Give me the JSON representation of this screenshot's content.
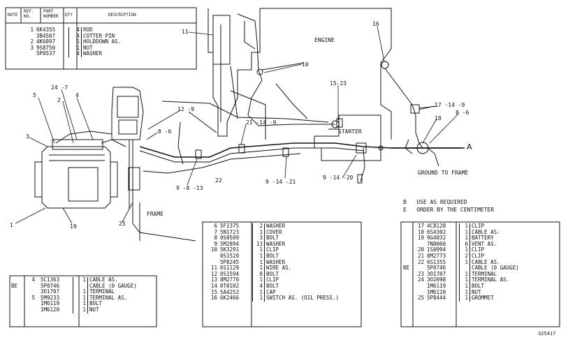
{
  "top_table": {
    "headers": {
      "note": "NOTE",
      "ref": "REF.\nNO.",
      "part": "PART\nNUMBER",
      "qty": "QTY",
      "desc": "DESCRIPTION"
    },
    "rows": [
      {
        "note": "",
        "ref": "1",
        "part": "6K4355",
        "qty": "4",
        "desc": "ROD"
      },
      {
        "note": "",
        "ref": "",
        "part": "3B4507",
        "qty": "4",
        "desc": "COTTER PIN"
      },
      {
        "note": "",
        "ref": "2",
        "part": "4K6897",
        "qty": "1",
        "desc": "HOLDDOWN AS."
      },
      {
        "note": "",
        "ref": "3",
        "part": "9S8750",
        "qty": "1",
        "desc": "NUT"
      },
      {
        "note": "",
        "ref": "",
        "part": "5P0537",
        "qty": "4",
        "desc": "WASHER"
      }
    ]
  },
  "labels": {
    "engine": "ENGINE",
    "starter": "STARTER",
    "frame": "FRAME",
    "ground_to_frame": "GROUND TO FRAME",
    "a": "A"
  },
  "callouts": [
    {
      "id": "c11",
      "text": "11"
    },
    {
      "id": "c10",
      "text": "10"
    },
    {
      "id": "c16",
      "text": "16"
    },
    {
      "id": "c5",
      "text": "5"
    },
    {
      "id": "c24_7",
      "text": "24 -7"
    },
    {
      "id": "c4",
      "text": "4"
    },
    {
      "id": "c2",
      "text": "2"
    },
    {
      "id": "c3",
      "text": "3"
    },
    {
      "id": "c12_9",
      "text": "12 -9"
    },
    {
      "id": "c8_6a",
      "text": "8 -6"
    },
    {
      "id": "c21_14_9",
      "text": "21 -14 -9"
    },
    {
      "id": "c15_23",
      "text": "15-23"
    },
    {
      "id": "c17_14_9",
      "text": "17 -14 -9"
    },
    {
      "id": "c8_6b",
      "text": "8 -6"
    },
    {
      "id": "c18",
      "text": "18"
    },
    {
      "id": "c9_8_13",
      "text": "9 -8 -13"
    },
    {
      "id": "c22",
      "text": "22"
    },
    {
      "id": "c9_14_21",
      "text": "9 -14 -21"
    },
    {
      "id": "c9_14_20",
      "text": "9 -14 -20"
    },
    {
      "id": "c25",
      "text": "25"
    },
    {
      "id": "c1",
      "text": "1"
    },
    {
      "id": "c19",
      "text": "19"
    }
  ],
  "notes": {
    "b": "B   USE AS REQUIRED",
    "e": "E   ORDER BY THE CENTIMETER"
  },
  "left_table": {
    "rows": [
      {
        "note": "",
        "ref": "4",
        "part": "5C1363",
        "qty": "1",
        "desc": "CABLE AS."
      },
      {
        "note": "BE",
        "ref": "",
        "part": "5P0746",
        "qty": "",
        "desc": "CABLE (0 GAUGE)"
      },
      {
        "note": "",
        "ref": "",
        "part": "3O1707",
        "qty": "1",
        "desc": "TERMINAL"
      },
      {
        "note": "",
        "ref": "5",
        "part": "5M9233",
        "qty": "1",
        "desc": "TERMINAL AS."
      },
      {
        "note": "",
        "ref": "",
        "part": "1M6119",
        "qty": "1",
        "desc": "BOLT"
      },
      {
        "note": "",
        "ref": "",
        "part": "1M6120",
        "qty": "1",
        "desc": "NUT"
      }
    ]
  },
  "middle_table": {
    "rows": [
      {
        "ref": "6",
        "part": "5F1375",
        "qty": "2",
        "desc": "WASHER"
      },
      {
        "ref": "7",
        "part": "5N1723",
        "qty": "1",
        "desc": "COVER"
      },
      {
        "ref": "8",
        "part": "0S0509",
        "qty": "3",
        "desc": "BOLT"
      },
      {
        "ref": "9",
        "part": "5M2894",
        "qty": "13",
        "desc": "WASHER"
      },
      {
        "ref": "10",
        "part": "5K3291",
        "qty": "1",
        "desc": "CLIP"
      },
      {
        "ref": "",
        "part": "0S1520",
        "qty": "1",
        "desc": "BOLT"
      },
      {
        "ref": "",
        "part": "5P8245",
        "qty": "1",
        "desc": "WASHER"
      },
      {
        "ref": "11",
        "part": "6S1129",
        "qty": "1",
        "desc": "WIRE AS."
      },
      {
        "ref": "12",
        "part": "0S1594",
        "qty": "8",
        "desc": "BOLT"
      },
      {
        "ref": "13",
        "part": "8M2770",
        "qty": "1",
        "desc": "CLIP"
      },
      {
        "ref": "14",
        "part": "0T0102",
        "qty": "4",
        "desc": "BOLT"
      },
      {
        "ref": "15",
        "part": "5A4252",
        "qty": "1",
        "desc": "CAP"
      },
      {
        "ref": "16",
        "part": "6K2466",
        "qty": "1",
        "desc": "SWITCH AS. (OIL PRESS.)"
      }
    ]
  },
  "right_table": {
    "rows": [
      {
        "note": "",
        "ref": "17",
        "part": "4C8128",
        "qty": "1",
        "desc": "CLIP"
      },
      {
        "note": "",
        "ref": "18",
        "part": "6S4302",
        "qty": "1",
        "desc": "CABLE AS."
      },
      {
        "note": "",
        "ref": "19",
        "part": "9G4032",
        "qty": "1",
        "desc": "BATTERY"
      },
      {
        "note": "",
        "ref": "",
        "part": "7N0060",
        "qty": "6",
        "desc": "VENT AS."
      },
      {
        "note": "",
        "ref": "20",
        "part": "1S0994",
        "qty": "1",
        "desc": "CLIP"
      },
      {
        "note": "",
        "ref": "21",
        "part": "8M2773",
        "qty": "2",
        "desc": "CLIP"
      },
      {
        "note": "",
        "ref": "22",
        "part": "6S1355",
        "qty": "1",
        "desc": "CABLE AS."
      },
      {
        "note": "BE",
        "ref": "",
        "part": "5P0746",
        "qty": "",
        "desc": "CABLE (0 GAUGE)"
      },
      {
        "note": "",
        "ref": "23",
        "part": "3O1707",
        "qty": "1",
        "desc": "TERMINAL"
      },
      {
        "note": "",
        "ref": "24",
        "part": "3O2098",
        "qty": "1",
        "desc": "TERMINAL AS."
      },
      {
        "note": "",
        "ref": "",
        "part": "1M6119",
        "qty": "1",
        "desc": "BOLT"
      },
      {
        "note": "",
        "ref": "",
        "part": "1M6120",
        "qty": "1",
        "desc": "NUT"
      },
      {
        "note": "",
        "ref": "25",
        "part": "5P8444",
        "qty": "1",
        "desc": "GROMMET"
      }
    ]
  },
  "figure_number": "325417"
}
